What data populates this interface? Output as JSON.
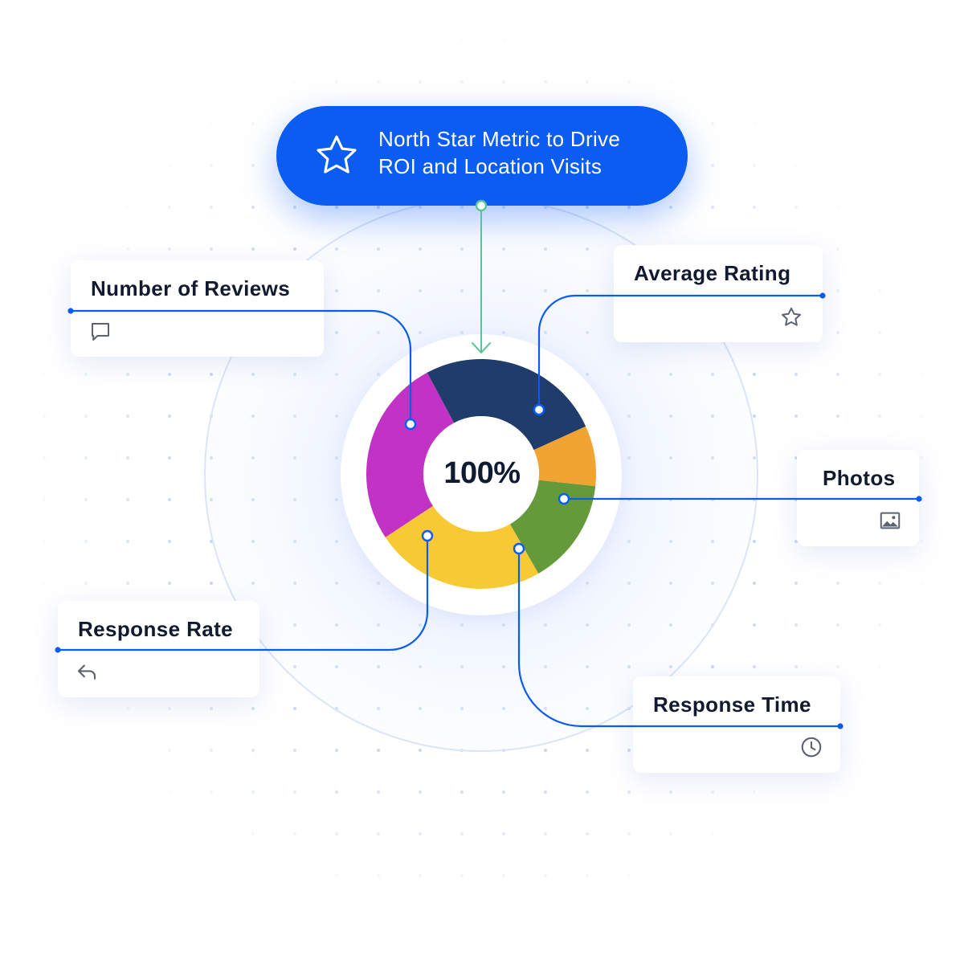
{
  "hero": {
    "line1": "North Star Metric to Drive",
    "line2": "ROI and Location Visits",
    "icon": "star-icon",
    "color": "#0b5cf0"
  },
  "center_label": "100%",
  "cards": {
    "reviews": {
      "title": "Number of Reviews",
      "icon": "comment-icon"
    },
    "rating": {
      "title": "Average Rating",
      "icon": "star-icon"
    },
    "photos": {
      "title": "Photos",
      "icon": "image-icon"
    },
    "response_rate": {
      "title": "Response Rate",
      "icon": "reply-icon"
    },
    "response_time": {
      "title": "Response Time",
      "icon": "clock-icon"
    }
  },
  "donut": {
    "segments": [
      {
        "name": "Average Rating",
        "share": 0.26,
        "color": "#1f3c6b"
      },
      {
        "name": "Photos",
        "share": 0.085,
        "color": "#f2a432"
      },
      {
        "name": "Response Time",
        "share": 0.15,
        "color": "#659a3a"
      },
      {
        "name": "Response Rate",
        "share": 0.24,
        "color": "#f7ca35"
      },
      {
        "name": "Number of Reviews",
        "share": 0.265,
        "color": "#c232c4"
      }
    ]
  },
  "colors": {
    "connector": "#0b5cf0",
    "arrow": "#57c496",
    "dot": "#bcd0f5"
  }
}
